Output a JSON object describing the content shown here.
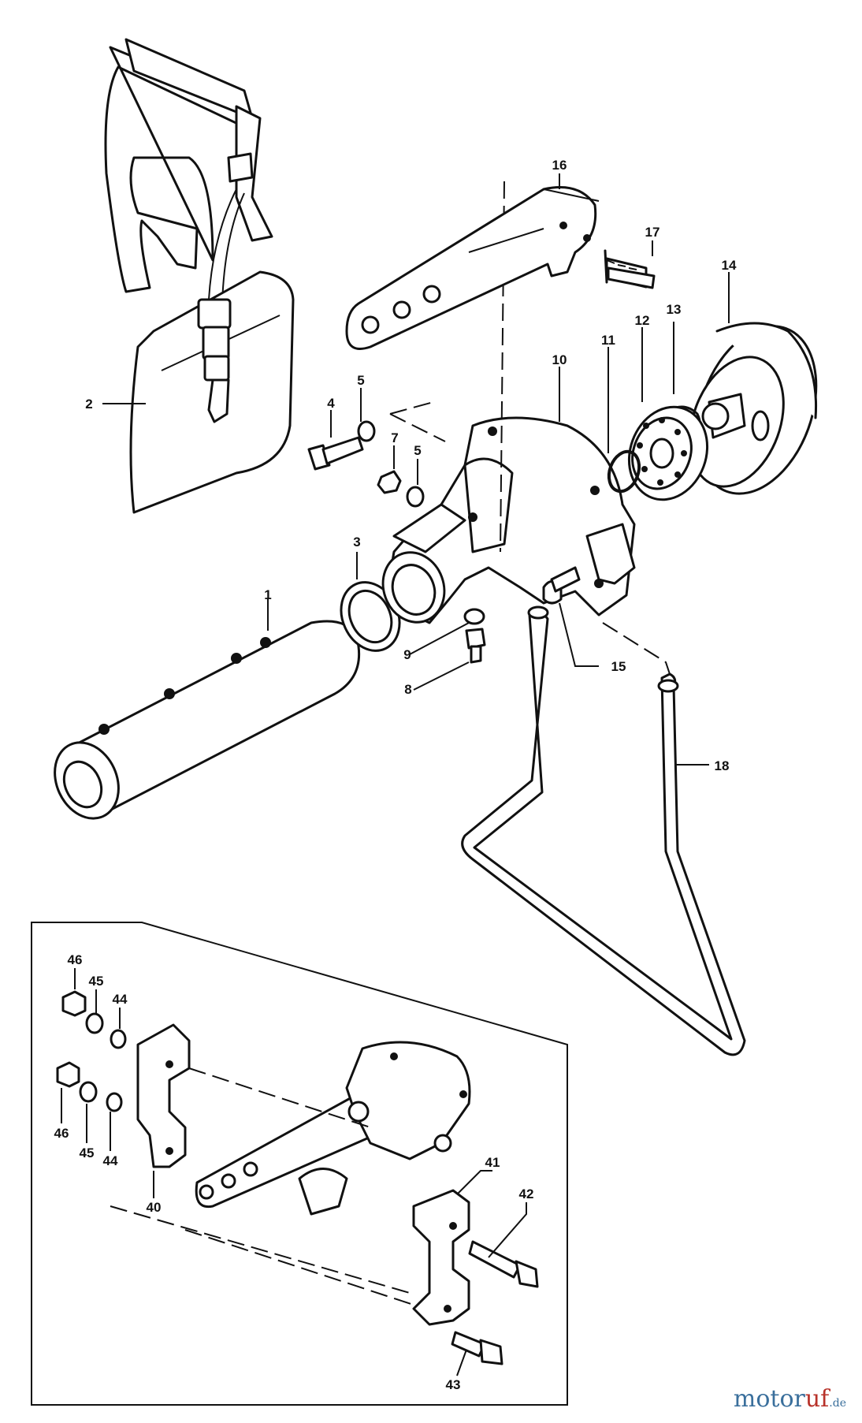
{
  "callouts": [
    "1",
    "2",
    "3",
    "4",
    "5",
    "5",
    "7",
    "8",
    "9",
    "10",
    "11",
    "12",
    "13",
    "14",
    "15",
    "16",
    "17",
    "18",
    "40",
    "41",
    "42",
    "43",
    "44",
    "44",
    "45",
    "45",
    "46",
    "46"
  ],
  "watermark": {
    "brand_a": "motor",
    "brand_b": "uf",
    "suffix": ".de",
    "color_a": "#3a6f9c",
    "color_b": "#b8322a"
  }
}
